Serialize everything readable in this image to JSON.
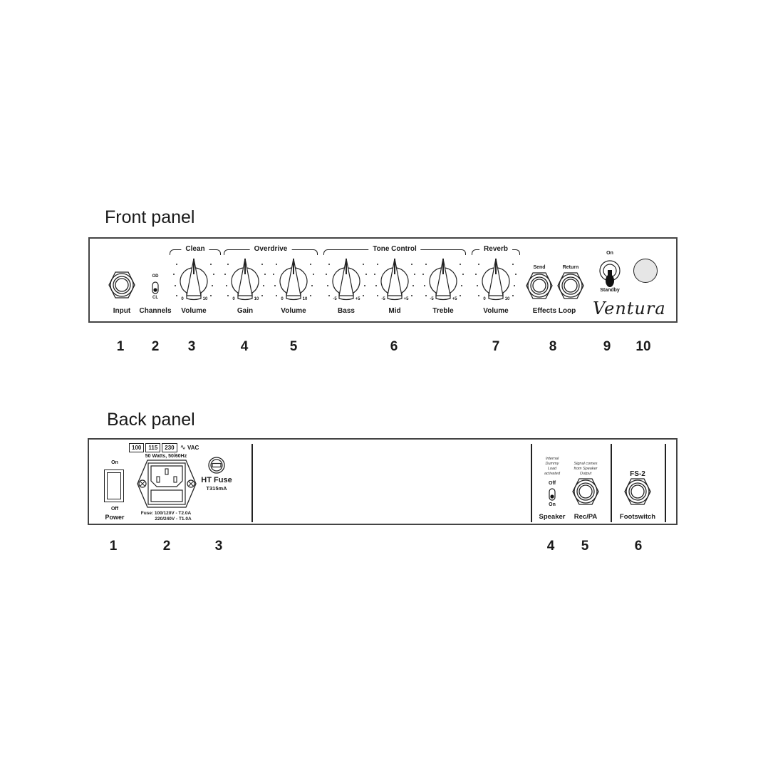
{
  "front_panel": {
    "title": "Front panel",
    "groups": [
      {
        "label": "Clean"
      },
      {
        "label": "Overdrive"
      },
      {
        "label": "Tone Control"
      },
      {
        "label": "Reverb"
      }
    ],
    "controls": [
      {
        "label": "Input",
        "type": "jack"
      },
      {
        "label": "Channels",
        "type": "switch",
        "top": "OD",
        "bottom": "CL"
      },
      {
        "label": "Volume",
        "type": "knob",
        "min": "0",
        "max": "10",
        "group": "Clean"
      },
      {
        "label": "Gain",
        "type": "knob",
        "min": "0",
        "max": "10",
        "group": "Overdrive"
      },
      {
        "label": "Volume",
        "type": "knob",
        "min": "0",
        "max": "10",
        "group": "Overdrive"
      },
      {
        "label": "Bass",
        "type": "knob",
        "min": "-5",
        "max": "+5",
        "group": "Tone Control"
      },
      {
        "label": "Mid",
        "type": "knob",
        "min": "-5",
        "max": "+5",
        "group": "Tone Control"
      },
      {
        "label": "Treble",
        "type": "knob",
        "min": "-5",
        "max": "+5",
        "group": "Tone Control"
      },
      {
        "label": "Volume",
        "type": "knob",
        "min": "0",
        "max": "10",
        "group": "Reverb"
      }
    ],
    "effects_loop": {
      "label": "Effects Loop",
      "send": "Send",
      "return": "Return"
    },
    "standby_switch": {
      "on": "On",
      "off": "Standby"
    },
    "brand": "Ventura",
    "callouts": [
      "1",
      "2",
      "3",
      "4",
      "5",
      "6",
      "7",
      "8",
      "9",
      "10"
    ]
  },
  "back_panel": {
    "title": "Back panel",
    "power": {
      "label": "Power",
      "on": "On",
      "off": "Off"
    },
    "voltage": {
      "options": [
        "100",
        "115",
        "230"
      ],
      "unit": "VAC",
      "rating": "50 Watts, 50/60Hz"
    },
    "fuse_note": {
      "line1": "Fuse: 100/120V - T2.0A",
      "line2": "220/240V - T1.0A"
    },
    "ht_fuse": {
      "label": "HT Fuse",
      "value": "T315mA"
    },
    "speaker": {
      "label": "Speaker",
      "note": [
        "Internal",
        "Dummy",
        "Load",
        "activated"
      ],
      "off": "Off",
      "on": "On"
    },
    "rec_pa": {
      "label": "Rec/PA",
      "note": [
        "Signal comes",
        "from Speaker",
        "Output"
      ]
    },
    "footswitch": {
      "label": "Footswitch",
      "model": "FS-2"
    },
    "callouts": [
      "1",
      "2",
      "3",
      "4",
      "5",
      "6"
    ]
  },
  "colors": {
    "line": "#222222",
    "panel_border": "#444444",
    "led": "#e6e6e6"
  }
}
